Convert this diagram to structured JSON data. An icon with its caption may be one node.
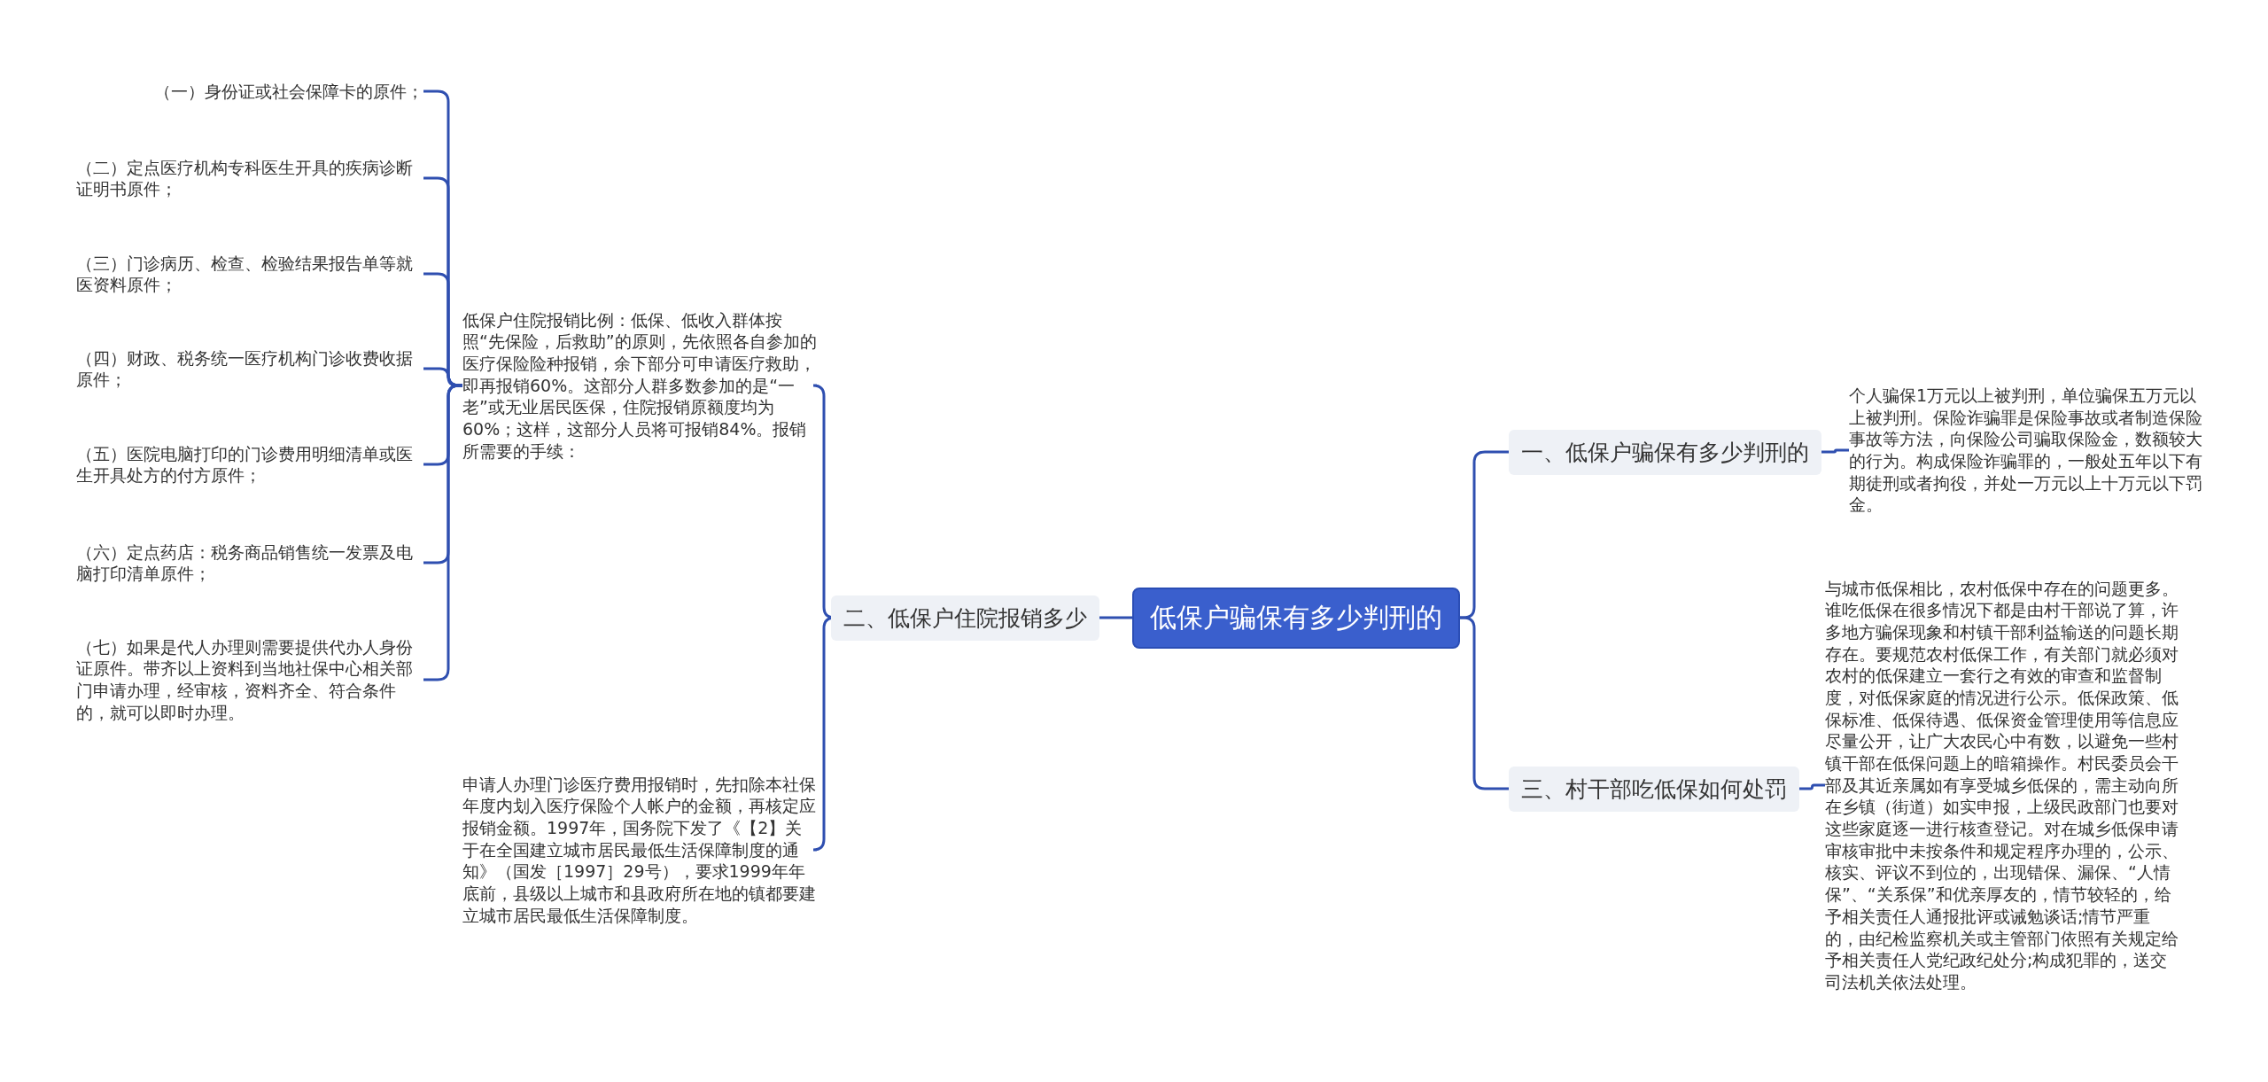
{
  "diagram": {
    "nodes": [
      {
        "text": [
          "低保户骗保有多少判刑的"
        ]
      },
      {
        "text": [
          "一、低保户骗保有多少判刑的"
        ]
      },
      {
        "text": [
          "个人骗保1万元以上被判刑，单位骗保五万元以上被判刑。保险诈骗罪是保险事故或者制造保险事故等方法，向保险公司骗取保险金，数额较大的行为。构成保险诈骗罪的，一般处五年以下有期徒刑或者拘役，并处一万元以上十万元以下罚金。"
        ]
      },
      {
        "text": [
          "三、村干部吃低保如何处罚"
        ]
      },
      {
        "text": [
          "与城市低保相比，农村低保中存在的问题更多。谁吃低保在很多情况下都是由村干部说了算，许多地方骗保现象和村镇干部利益输送的问题长期存在。要规范农村低保工作，有关部门就必须对农村的低保建立一套行之有效的审查和监督制度，对低保家庭的情况进行公示。低保政策、低保标准、低保待遇、低保资金管理使用等信息应尽量公开，让广大农民心中有数，以避免一些村镇干部在低保问题上的暗箱操作。村民委员会干部及其近亲属如有享受城乡低保的，需主动向所在乡镇（街道）如实申报，上级民政部门也要对这些家庭逐一进行核查登记。对在城乡低保申请审核审批中未按条件和规定程序办理的，公示、核实、评议不到位的，出现错保、漏保、“人情保”、“关系保”和优亲厚友的，情节较轻的，给予相关责任人通报批评或诫勉谈话;情节严重的，由纪检监察机关或主管部门依照有关规定给予相关责任人党纪政纪处分;构成犯罪的，送交司法机关依法处理。"
        ]
      },
      {
        "text": [
          "二、低保户住院报销多少"
        ]
      },
      {
        "text": [
          "低保户住院报销比例：低保、低收入群体按照“先保险，后救助”的原则，先依照各自参加的医疗保险险种报销，余下部分可申请医疗救助，即再报销60%。这部分人群多数参加的是“一老”或无业居民医保，住院报销原额度均为60%；这样，这部分人员将可报销84%。报销所需要的手续："
        ]
      },
      {
        "text": [
          "申请人办理门诊医疗费用报销时，先扣除本社保年度内划入医疗保险个人帐户的金额，再核定应报销金额。1997年，国务院下发了《【2】关于在全国建立城市居民最低生活保障制度的通知》（国发［1997］29号），要求1999年年底前，县级以上城市和县政府所在地的镇都要建立城市居民最低生活保障制度。"
        ]
      },
      {
        "text": [
          "（一）身份证或社会保障卡的原件；"
        ]
      },
      {
        "text": [
          "（二）定点医疗机构专科医生开具的疾病诊断证明书原件；"
        ]
      },
      {
        "text": [
          "（三）门诊病历、检查、检验结果报告单等就医资料原件；"
        ]
      },
      {
        "text": [
          "（四）财政、税务统一医疗机构门诊收费收据原件；"
        ]
      },
      {
        "text": [
          "（五）医院电脑打印的门诊费用明细清单或医生开具处方的付方原件；"
        ]
      },
      {
        "text": [
          "（六）定点药店：税务商品销售统一发票及电脑打印清单原件；"
        ]
      },
      {
        "text": [
          "（七）如果是代人办理则需要提供代办人身份证原件。带齐以上资料到当地社保中心相关部门申请办理，经审核，资料齐全、符合条件的，就可以即时办理。"
        ]
      }
    ],
    "edges": [
      {
        "from": 0,
        "to": 1,
        "arrow": "none"
      },
      {
        "from": 1,
        "to": 2,
        "arrow": "none"
      },
      {
        "from": 0,
        "to": 3,
        "arrow": "none"
      },
      {
        "from": 3,
        "to": 4,
        "arrow": "none"
      },
      {
        "from": 0,
        "to": 5,
        "arrow": "none"
      },
      {
        "from": 5,
        "to": 6,
        "arrow": "none"
      },
      {
        "from": 5,
        "to": 7,
        "arrow": "none"
      },
      {
        "from": 6,
        "to": 8,
        "arrow": "none"
      },
      {
        "from": 6,
        "to": 9,
        "arrow": "none"
      },
      {
        "from": 6,
        "to": 10,
        "arrow": "none"
      },
      {
        "from": 6,
        "to": 11,
        "arrow": "none"
      },
      {
        "from": 6,
        "to": 12,
        "arrow": "none"
      },
      {
        "from": 6,
        "to": 13,
        "arrow": "none"
      },
      {
        "from": 6,
        "to": 14,
        "arrow": "none"
      }
    ]
  }
}
